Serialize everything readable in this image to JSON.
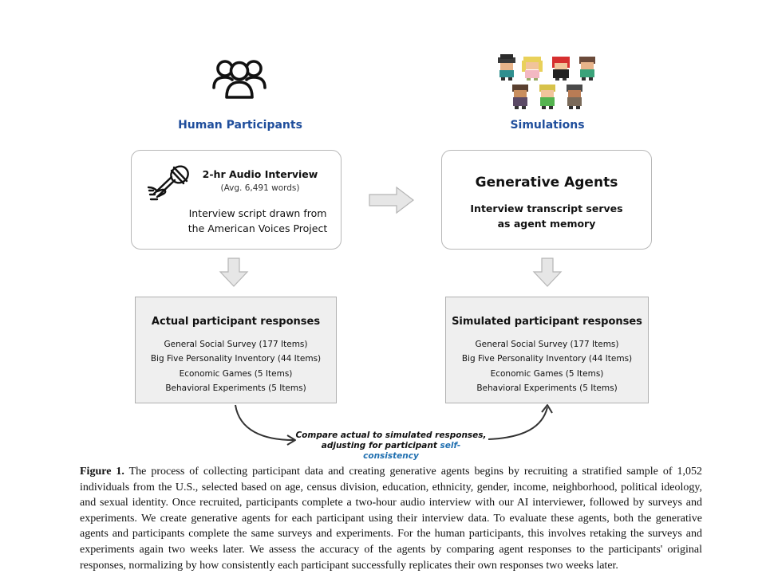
{
  "left": {
    "title": "Human Participants",
    "interview_title": "2-hr Audio Interview",
    "interview_sub": "(Avg. 6,491 words)",
    "script_line1": "Interview script drawn from",
    "script_line2": "the American Voices Project",
    "box_title": "Actual participant responses",
    "items": [
      "General Social Survey (177 Items)",
      "Big Five Personality Inventory (44 Items)",
      "Economic Games (5 Items)",
      "Behavioral Experiments (5 Items)"
    ]
  },
  "right": {
    "title": "Simulations",
    "agents_title": "Generative Agents",
    "memory_line1": "Interview transcript serves",
    "memory_line2": "as agent memory",
    "box_title": "Simulated participant responses",
    "items": [
      "General Social Survey (177 Items)",
      "Big Five Personality Inventory (44 Items)",
      "Economic Games (5 Items)",
      "Behavioral Experiments (5 Items)"
    ]
  },
  "compare": {
    "line1": "Compare actual to simulated responses,",
    "line2_prefix": "adjusting for participant ",
    "line2_highlight": "self-consistency"
  },
  "caption": {
    "label": "Figure 1.",
    "text": " The process of collecting participant data and creating generative agents begins by recruiting a stratified sample of 1,052 individuals from the U.S., selected based on age, census division, education, ethnicity, gender, income, neighborhood, political ideology, and sexual identity. Once recruited, participants complete a two-hour audio interview with our AI interviewer, followed by surveys and experiments. We create generative agents for each participant using their interview data. To evaluate these agents, both the generative agents and participants complete the same surveys and experiments. For the human participants, this involves retaking the surveys and experiments again two weeks later. We assess the accuracy of the agents by comparing agent responses to the participants' original responses, normalizing by how consistently each participant successfully replicates their own responses two weeks later."
  },
  "colors": {
    "accent_blue": "#1f4e9c",
    "highlight_blue": "#1f6fb0",
    "box_gray": "#efefef",
    "arrow_gray": "#e6e6e6"
  },
  "icons": [
    "group-people-icon",
    "pixel-avatars-icon",
    "microphone-hand-icon",
    "right-arrow-icon",
    "down-arrow-icon",
    "curved-arrow-icon"
  ]
}
